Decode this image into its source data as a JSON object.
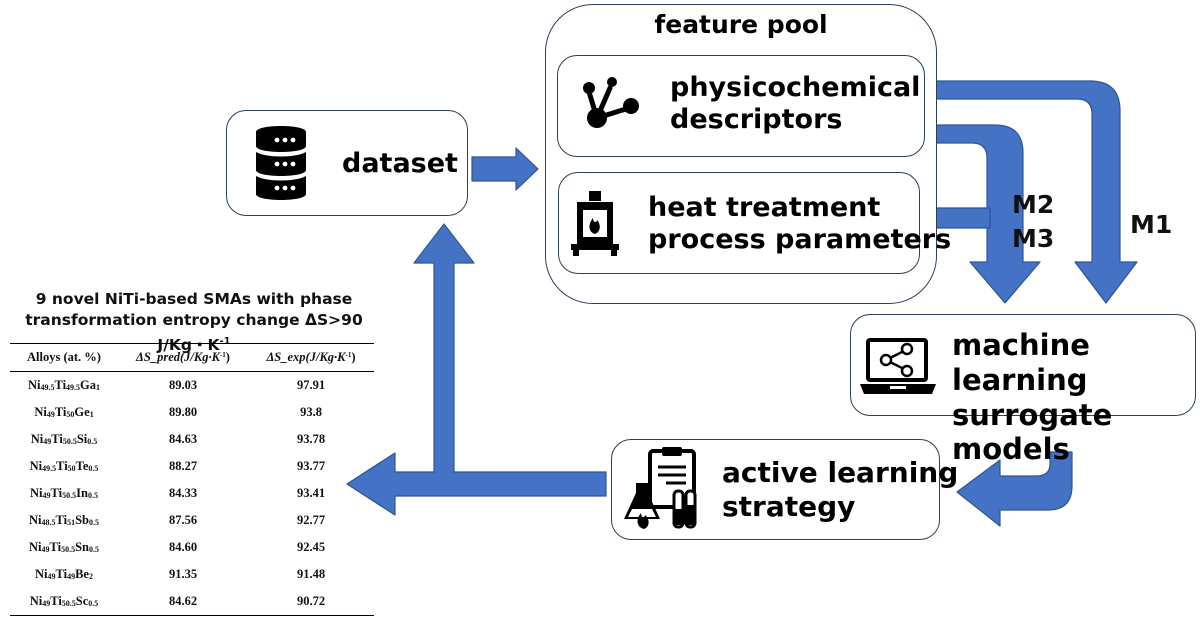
{
  "nodes": {
    "feature_pool": "feature pool",
    "physicochemical": [
      "physicochemical",
      "descriptors"
    ],
    "heat_treatment": [
      "heat treatment",
      "process parameters"
    ],
    "dataset": "dataset",
    "ml_models": [
      "machine learning",
      "surrogate models"
    ],
    "active_learning": [
      "active learning",
      "strategy"
    ]
  },
  "model_labels": {
    "m2": "M2",
    "m3": "M3",
    "m1": "M1"
  },
  "icons": [
    "molecule-icon",
    "furnace-icon",
    "database-icon",
    "laptop-network-icon",
    "lab-clipboard-icon"
  ],
  "colors": {
    "arrow": "#4472c4",
    "arrow_edge": "#2f5597",
    "box_border": "#2b3f5c"
  },
  "table": {
    "title_line1": "9 novel NiTi-based SMAs with phase",
    "title_line2": "transformation entropy change ΔS>90 J/Kg・K",
    "title_sup": "-1",
    "header": {
      "alloys": "Alloys (at. %)",
      "pred": "ΔS_pred(J/Kg·K",
      "exp": "ΔS_exp(J/Kg·K",
      "unit_sup": "-1",
      "close": ")"
    },
    "rows": [
      {
        "alloy": [
          [
            "Ni",
            ""
          ],
          [
            "49.5",
            1
          ],
          [
            "Ti",
            ""
          ],
          [
            "49.5",
            1
          ],
          [
            "Ga",
            ""
          ],
          [
            "1",
            1
          ]
        ],
        "pred": "89.03",
        "exp": "97.91"
      },
      {
        "alloy": [
          [
            "Ni",
            ""
          ],
          [
            "49",
            1
          ],
          [
            "Ti",
            ""
          ],
          [
            "50",
            1
          ],
          [
            "Ge",
            ""
          ],
          [
            "1",
            1
          ]
        ],
        "pred": "89.80",
        "exp": "93.8"
      },
      {
        "alloy": [
          [
            "Ni",
            ""
          ],
          [
            "49",
            1
          ],
          [
            "Ti",
            ""
          ],
          [
            "50.5",
            1
          ],
          [
            "Si",
            ""
          ],
          [
            "0.5",
            1
          ]
        ],
        "pred": "84.63",
        "exp": "93.78"
      },
      {
        "alloy": [
          [
            "Ni",
            ""
          ],
          [
            "49.5",
            1
          ],
          [
            "Ti",
            ""
          ],
          [
            "50",
            1
          ],
          [
            "Te",
            ""
          ],
          [
            "0.5",
            1
          ]
        ],
        "pred": "88.27",
        "exp": "93.77"
      },
      {
        "alloy": [
          [
            "Ni",
            ""
          ],
          [
            "49",
            1
          ],
          [
            "Ti",
            ""
          ],
          [
            "50.5",
            1
          ],
          [
            "In",
            ""
          ],
          [
            "0.5",
            1
          ]
        ],
        "pred": "84.33",
        "exp": "93.41"
      },
      {
        "alloy": [
          [
            "Ni",
            ""
          ],
          [
            "48.5",
            1
          ],
          [
            "Ti",
            ""
          ],
          [
            "51",
            1
          ],
          [
            "Sb",
            ""
          ],
          [
            "0.5",
            1
          ]
        ],
        "pred": "87.56",
        "exp": "92.77"
      },
      {
        "alloy": [
          [
            "Ni",
            ""
          ],
          [
            "49",
            1
          ],
          [
            "Ti",
            ""
          ],
          [
            "50.5",
            1
          ],
          [
            "Sn",
            ""
          ],
          [
            "0.5",
            1
          ]
        ],
        "pred": "84.60",
        "exp": "92.45"
      },
      {
        "alloy": [
          [
            "Ni",
            ""
          ],
          [
            "49",
            1
          ],
          [
            "Ti",
            ""
          ],
          [
            "49",
            1
          ],
          [
            "Be",
            ""
          ],
          [
            "2",
            1
          ]
        ],
        "pred": "91.35",
        "exp": "91.48"
      },
      {
        "alloy": [
          [
            "Ni",
            ""
          ],
          [
            "49",
            1
          ],
          [
            "Ti",
            ""
          ],
          [
            "50.5",
            1
          ],
          [
            "Sc",
            ""
          ],
          [
            "0.5",
            1
          ]
        ],
        "pred": "84.62",
        "exp": "90.72"
      }
    ]
  }
}
